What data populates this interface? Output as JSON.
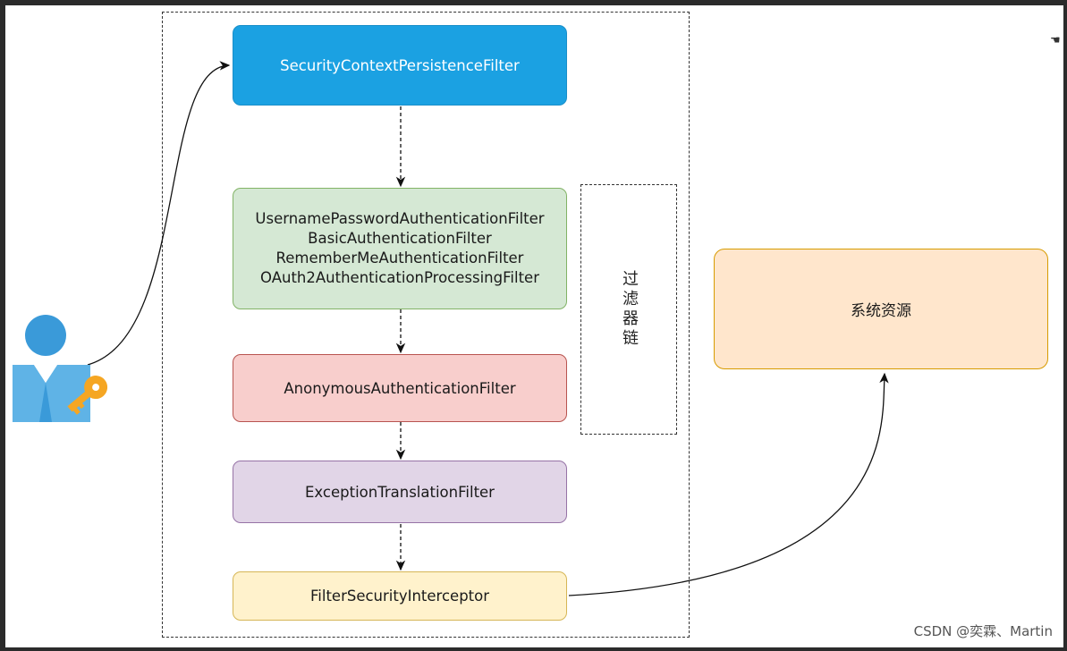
{
  "nodes": {
    "persistence": "SecurityContextPersistenceFilter",
    "authentication_filters": [
      "UsernamePasswordAuthenticationFilter",
      "BasicAuthenticationFilter",
      "RememberMeAuthenticationFilter",
      "OAuth2AuthenticationProcessingFilter"
    ],
    "anonymous": "AnonymousAuthenticationFilter",
    "exception_translation": "ExceptionTranslationFilter",
    "interceptor": "FilterSecurityInterceptor",
    "resource": "系统资源"
  },
  "chain_label": "过滤器链",
  "icons": {
    "user": "user-key-icon",
    "cursor": "hand-cursor-icon"
  },
  "colors": {
    "blue": "#1ba1e2",
    "green": "#d5e8d4",
    "red": "#f8cecc",
    "purple": "#e1d5e7",
    "yellow": "#fff2cc",
    "orange": "#ffe6cc"
  },
  "watermark": "CSDN @奕霖、Martin"
}
